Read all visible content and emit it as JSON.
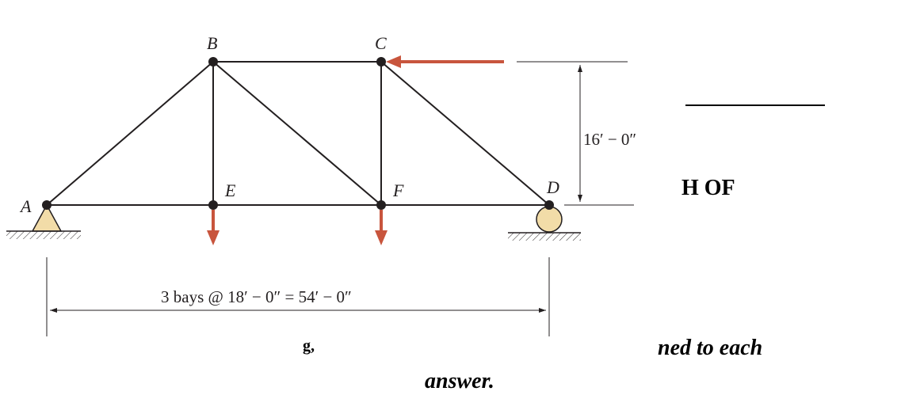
{
  "diagram": {
    "type": "truss",
    "nodes": [
      {
        "id": "A",
        "label": "A"
      },
      {
        "id": "B",
        "label": "B"
      },
      {
        "id": "C",
        "label": "C"
      },
      {
        "id": "D",
        "label": "D"
      },
      {
        "id": "E",
        "label": "E"
      },
      {
        "id": "F",
        "label": "F"
      }
    ],
    "members": [
      "AB",
      "BC",
      "CD",
      "AE",
      "EF",
      "FD",
      "BE",
      "BF",
      "CF"
    ],
    "supports": [
      {
        "node": "A",
        "type": "pin"
      },
      {
        "node": "D",
        "type": "roller"
      }
    ],
    "loads": [
      {
        "node": "C",
        "direction": "left"
      },
      {
        "node": "E",
        "direction": "down"
      },
      {
        "node": "F",
        "direction": "down"
      }
    ],
    "dimensions": {
      "height_label": "16′ − 0″",
      "span_label": "3 bays @ 18′ − 0″ = 54′ − 0″"
    },
    "colors": {
      "member": "#231f20",
      "load_arrow": "#c8553d",
      "pin_support": "#f2dca8",
      "roller_support": "#f2dca8"
    }
  },
  "text_fragments": {
    "heading_fragment": "H OF",
    "assigned_fragment": "ned to each",
    "answer_fragment": "answer.",
    "partial_glyph": "g,"
  }
}
